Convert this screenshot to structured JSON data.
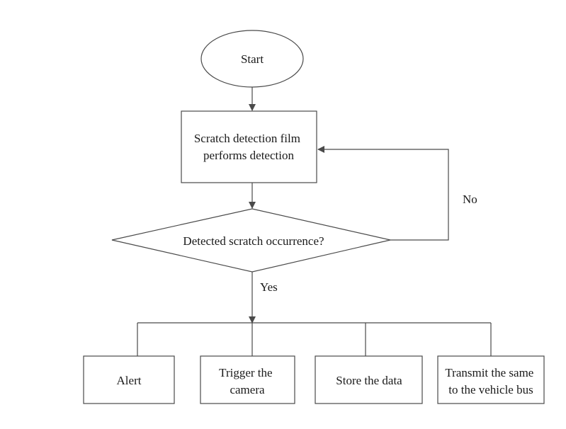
{
  "diagram": {
    "start": "Start",
    "detect_line1": "Scratch detection film",
    "detect_line2": "performs detection",
    "decision": "Detected scratch occurrence?",
    "no_label": "No",
    "yes_label": "Yes",
    "actions": {
      "alert": "Alert",
      "trigger_line1": "Trigger the",
      "trigger_line2": "camera",
      "store": "Store the data",
      "transmit_line1": "Transmit the same",
      "transmit_line2": "to the vehicle bus"
    }
  },
  "colors": {
    "line": "#4a4a4a",
    "text": "#1a1a1a",
    "background": "#ffffff"
  }
}
